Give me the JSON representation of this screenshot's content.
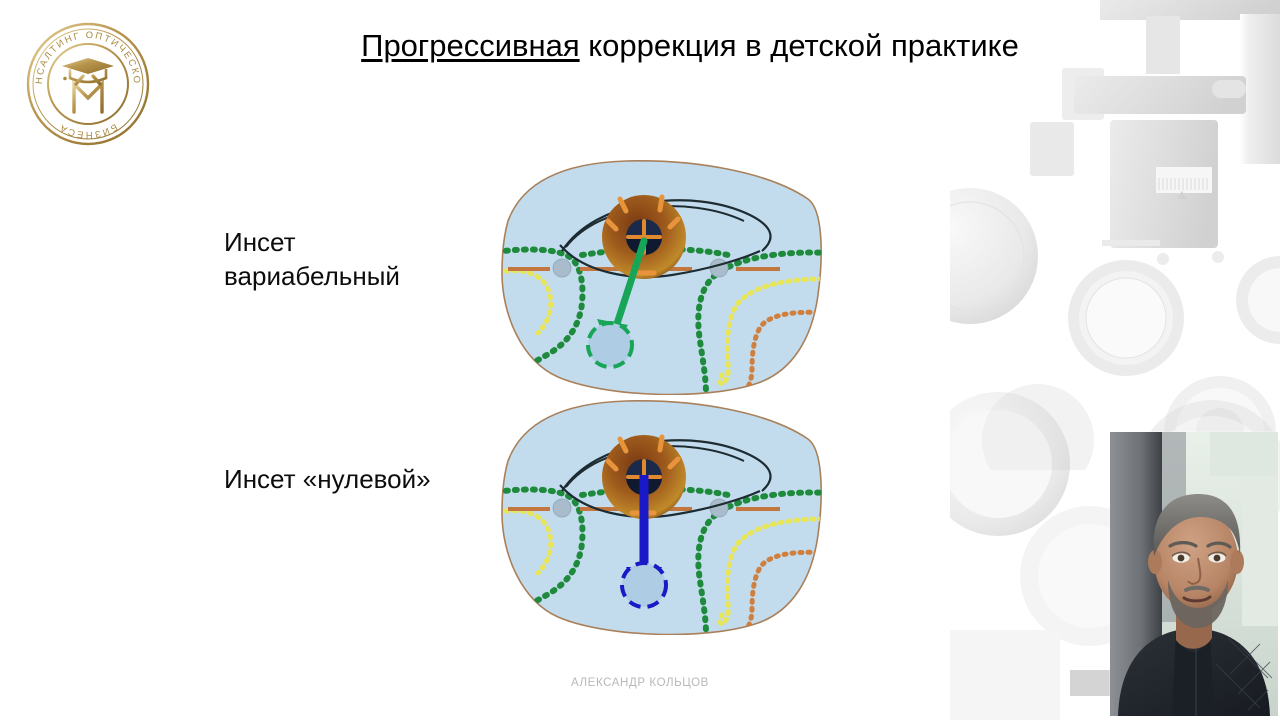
{
  "slide": {
    "title_underlined": "Прогрессивная",
    "title_rest": " коррекция в детской практике",
    "footer": "АЛЕКСАНДР КОЛЬЦОВ",
    "background_color": "#ffffff"
  },
  "logo": {
    "ring_text_top": "КОНСАЛТИНГ ОПТИЧЕСКОГО",
    "ring_text_bottom": "БИЗНЕСА",
    "monogram": "M",
    "gold_color": "#c6a85e",
    "gold_dark": "#9a7c34"
  },
  "labels": {
    "variable_inset": "Инсет\nвариабельный",
    "zero_inset": "Инсет «нулевой»"
  },
  "figures": [
    {
      "id": "lens-variable-inset",
      "caption_ref": "labels.variable_inset",
      "lens_fill": "#c3dced",
      "lens_stroke": "#a9805a",
      "arrow_color": "#18a558",
      "arrow_type": "diagonal-down-left",
      "target_circle_stroke": "#18a558",
      "target_circle_fill": "#aecde4",
      "contour_colors": {
        "outer_green": "#1e8a3c",
        "mid_yellow": "#e8e657",
        "inner_orange": "#cf8040"
      },
      "reference_mark_color": "#c4763f",
      "marker_dot_color": "#a9bccb",
      "iris_color": "#8a4a18",
      "pupil_color": "#1b2a4a",
      "lid_stroke": "#1d2b33"
    },
    {
      "id": "lens-zero-inset",
      "caption_ref": "labels.zero_inset",
      "lens_fill": "#c3dced",
      "lens_stroke": "#a9805a",
      "arrow_color": "#1a19c8",
      "arrow_type": "vertical-down",
      "target_circle_stroke": "#1a19c8",
      "target_circle_fill": "#aecde4",
      "contour_colors": {
        "outer_green": "#1e8a3c",
        "mid_yellow": "#e8e657",
        "inner_orange": "#cf8040"
      },
      "reference_mark_color": "#c4763f",
      "marker_dot_color": "#a9bccb",
      "iris_color": "#8a4a18",
      "pupil_color": "#1b2a4a",
      "lid_stroke": "#1d2b33"
    }
  ],
  "background_image": {
    "subject": "phoropter-refractor",
    "rendering": "faded-grayscale"
  },
  "webcam": {
    "subject": "presenter-video",
    "position": "bottom-right"
  }
}
